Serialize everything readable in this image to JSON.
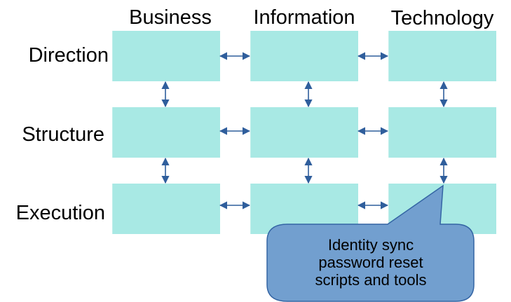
{
  "columns": [
    "Business",
    "Information",
    "Technology"
  ],
  "rows": [
    "Direction",
    "Structure",
    "Execution"
  ],
  "callout": {
    "lines": [
      "Identity sync",
      "password reset",
      "scripts and tools"
    ]
  },
  "colors": {
    "cell_fill": "#a8e9e4",
    "arrow": "#2f5e9c",
    "callout_fill": "#729fcf",
    "callout_stroke": "#3465a4"
  }
}
